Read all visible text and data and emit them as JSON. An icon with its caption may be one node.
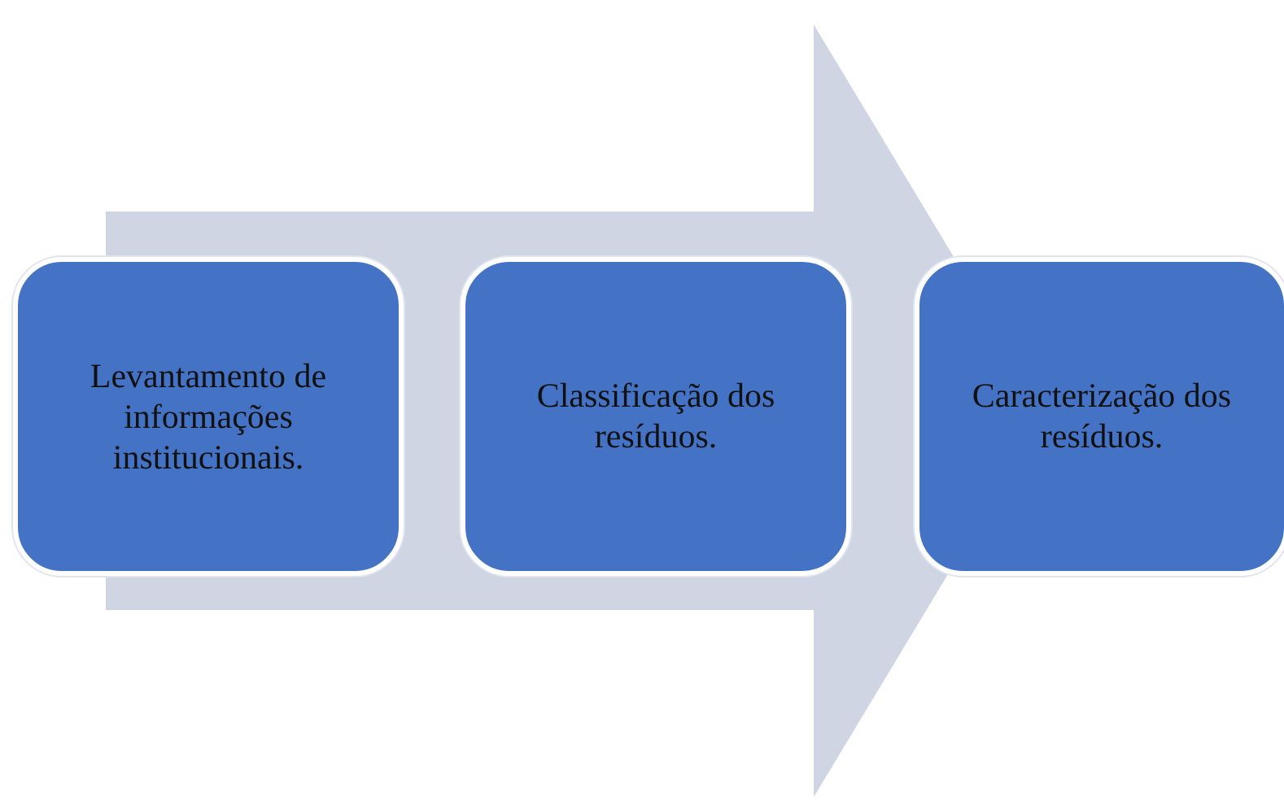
{
  "diagram": {
    "nodes": [
      {
        "text": [],
        "shape": "arrow"
      },
      {
        "text": [
          "Levantamento de informações institucionais."
        ]
      },
      {
        "text": [
          "Classificação dos resíduos."
        ],
        "in": 0
      },
      {
        "text": [
          "Caracterização dos resíduos."
        ]
      }
    ]
  }
}
